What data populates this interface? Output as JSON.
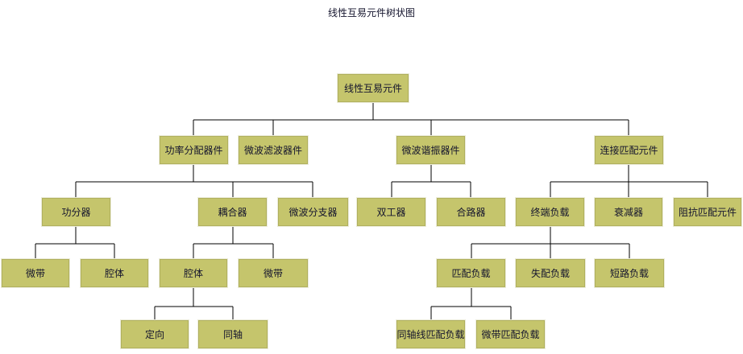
{
  "title": "线性互易元件树状图",
  "colors": {
    "background": "#ffffff",
    "box_fill": "#c5c56c",
    "box_border": "#b0b05e",
    "connector_line": "#000000",
    "text": "#14142d"
  },
  "tree": {
    "label": "线性互易元件",
    "children": [
      {
        "label": "功率分配器件",
        "children": [
          {
            "label": "功分器",
            "children": [
              {
                "label": "微带"
              },
              {
                "label": "腔体"
              }
            ]
          },
          {
            "label": "耦合器",
            "children": [
              {
                "label": "腔体",
                "children": [
                  {
                    "label": "定向"
                  },
                  {
                    "label": "同轴"
                  }
                ]
              },
              {
                "label": "微带"
              }
            ]
          },
          {
            "label": "微波分支器"
          }
        ]
      },
      {
        "label": "微波滤波器件"
      },
      {
        "label": "微波谐振器件",
        "children": [
          {
            "label": "双工器"
          },
          {
            "label": "合路器"
          }
        ]
      },
      {
        "label": "连接匹配元件",
        "children": [
          {
            "label": "终端负载",
            "children": [
              {
                "label": "匹配负载",
                "children": [
                  {
                    "label": "同轴线匹配负载"
                  },
                  {
                    "label": "微带匹配负载"
                  }
                ]
              },
              {
                "label": "失配负载"
              },
              {
                "label": "短路负载"
              }
            ]
          },
          {
            "label": "衰减器"
          },
          {
            "label": "阻抗匹配元件"
          }
        ]
      }
    ]
  }
}
